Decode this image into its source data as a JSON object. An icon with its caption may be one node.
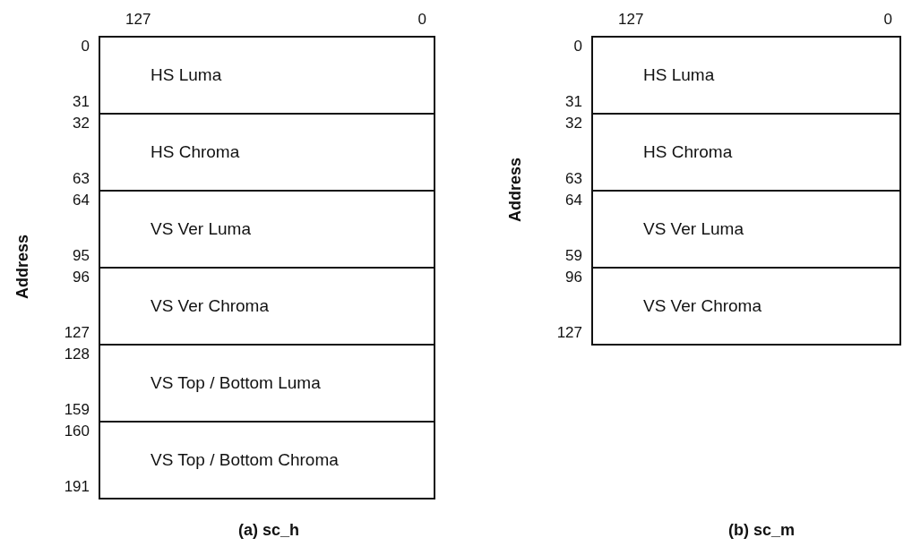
{
  "diagram": {
    "nodes": [
      {
        "text": [
          "HS Luma"
        ]
      },
      {
        "text": [
          "HS Chroma"
        ]
      },
      {
        "text": [
          "VS Ver Luma"
        ]
      },
      {
        "text": [
          "VS Ver Chroma"
        ]
      },
      {
        "text": [
          "VS Top / Bottom Luma"
        ]
      },
      {
        "text": [
          "VS Top / Bottom Chroma"
        ]
      },
      {
        "text": [
          "HS Luma"
        ]
      },
      {
        "text": [
          "HS Chroma"
        ]
      },
      {
        "text": [
          "VS Ver Luma"
        ]
      },
      {
        "text": [
          "VS Ver Chroma"
        ]
      }
    ],
    "edges": [],
    "labels": [
      "127",
      "0",
      "Address",
      "0",
      "31",
      "32",
      "63",
      "64",
      "95",
      "96",
      "127",
      "128",
      "159",
      "160",
      "191",
      "(a) sc_h",
      "127",
      "0",
      "Address",
      "0",
      "31",
      "32",
      "63",
      "64",
      "59",
      "96",
      "127",
      "(b) sc_m"
    ]
  }
}
